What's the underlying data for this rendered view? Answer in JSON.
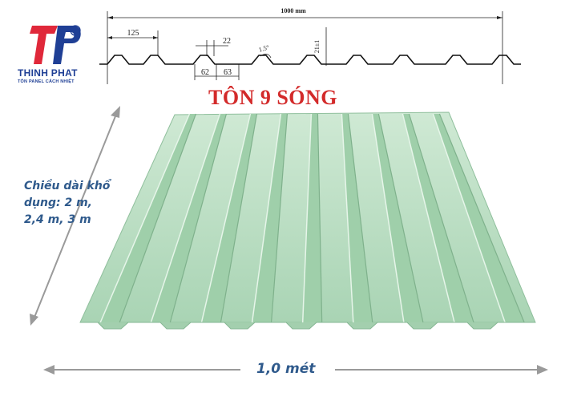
{
  "brand": {
    "name": "THINH PHAT",
    "tagline": "TÔN PANEL CÁCH NHIỆT"
  },
  "title": "TÔN 9 SÓNG",
  "profile_dimensions": {
    "overall_width": "1000 mm",
    "pitch": "125",
    "crest_width": "22",
    "base_left": "62",
    "base_right": "63",
    "slope_angle": "1.5°",
    "rib_height": "21±1"
  },
  "length_note": "Chiều dài khổ\ndụng: 2 m,\n2,4 m, 3 m",
  "width_note": "1,0 mét",
  "colors": {
    "title": "#d32a2a",
    "label": "#2f5a8c",
    "sheet": "#b9dfc4",
    "logo_red": "#e0283a",
    "logo_blue": "#1f3f95"
  }
}
